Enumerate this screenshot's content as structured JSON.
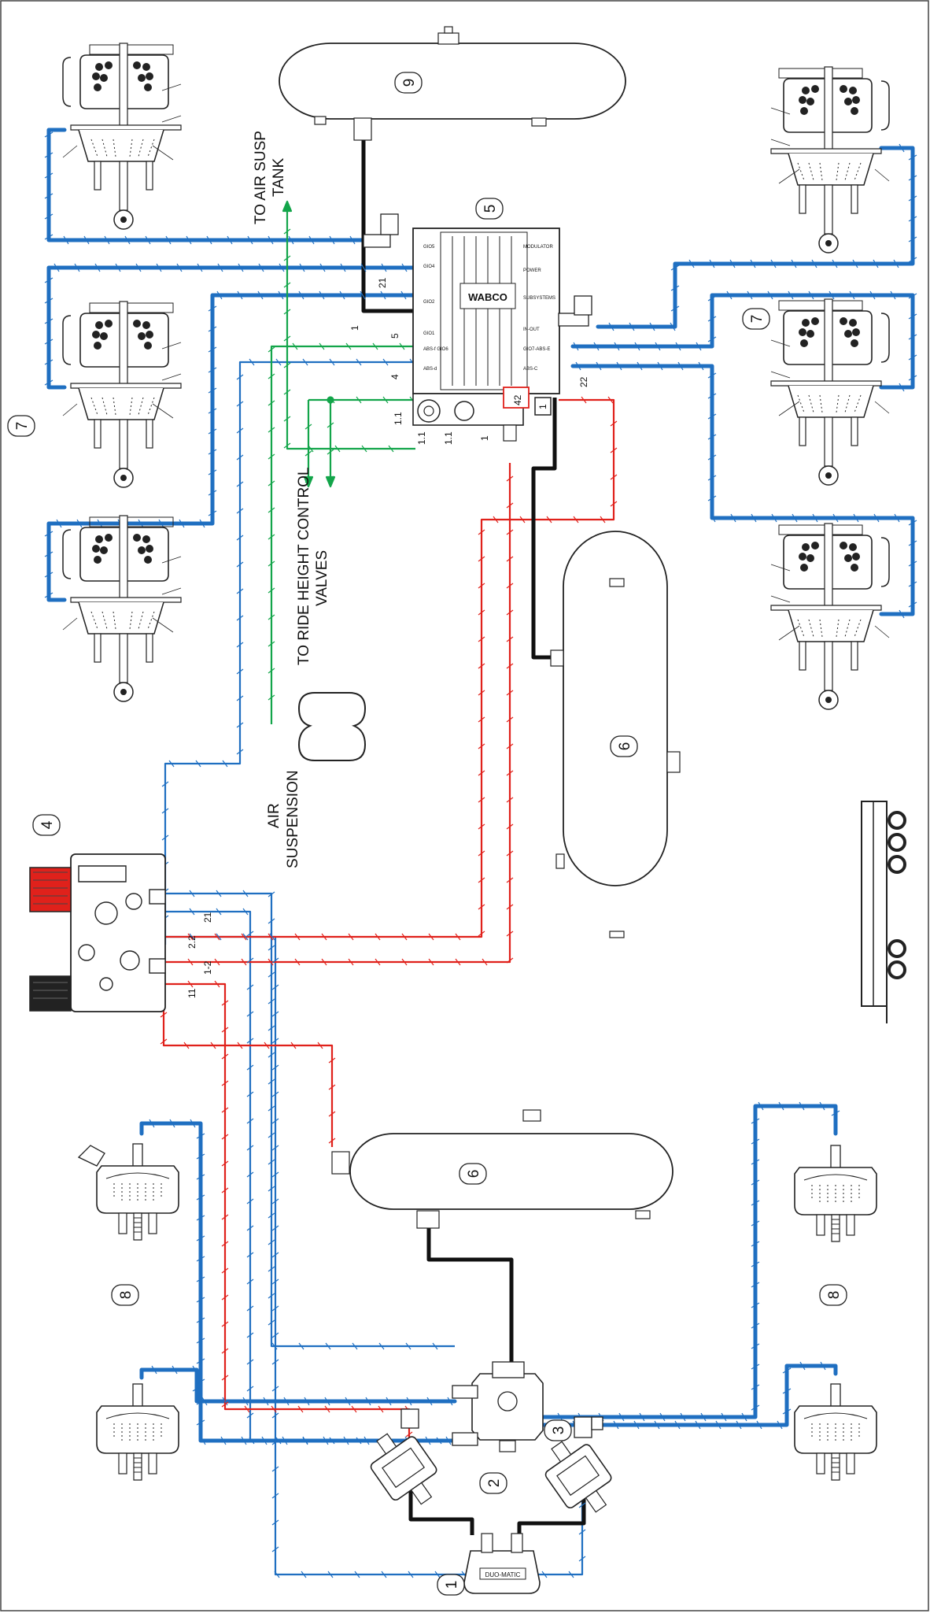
{
  "colors": {
    "supply": "#1f6fc1",
    "reservoir": "#e0211b",
    "control": "#13a54a",
    "black": "#111111",
    "line_dark": "#222222"
  },
  "callouts": {
    "c1": "1",
    "c2": "2",
    "c3": "3",
    "c4": "4",
    "c5": "5",
    "c6a": "6",
    "c6b": "6",
    "c7a": "7",
    "c7b": "7",
    "c8a": "8",
    "c8b": "8",
    "c9": "9"
  },
  "labels": {
    "air_susp_tank": [
      "TO AIR SUSP",
      "TANK"
    ],
    "ride_height": [
      "TO RIDE HEIGHT CONTROL",
      "VALVES"
    ],
    "air_suspension": [
      "AIR",
      "SUSPENSION"
    ]
  },
  "ports": {
    "p21_top": "21",
    "p5": "5",
    "p4": "4",
    "p1_top": "1",
    "p11a": "1.1",
    "p11b": "1.1",
    "p11c": "1.1",
    "p1_bottom": "1",
    "p42": "42",
    "p1_box": "1",
    "p22": "22",
    "rv_21": "21",
    "rv_22": "2.2",
    "rv_12": "1-2",
    "rv_11": "11"
  },
  "modulator": {
    "brand": "WABCO",
    "left_ports": [
      "GIO5",
      "GIO4",
      "GIO2",
      "GIO1",
      "ABS-f GIO6",
      "ABS-d"
    ],
    "right_ports": [
      "MODULATOR",
      "POWER",
      "SUBSYSTEMS",
      "IN-OUT",
      "GIO7-ABS-E",
      "ABS-C"
    ]
  },
  "pedal": {
    "label": "DUO-MATIC"
  }
}
